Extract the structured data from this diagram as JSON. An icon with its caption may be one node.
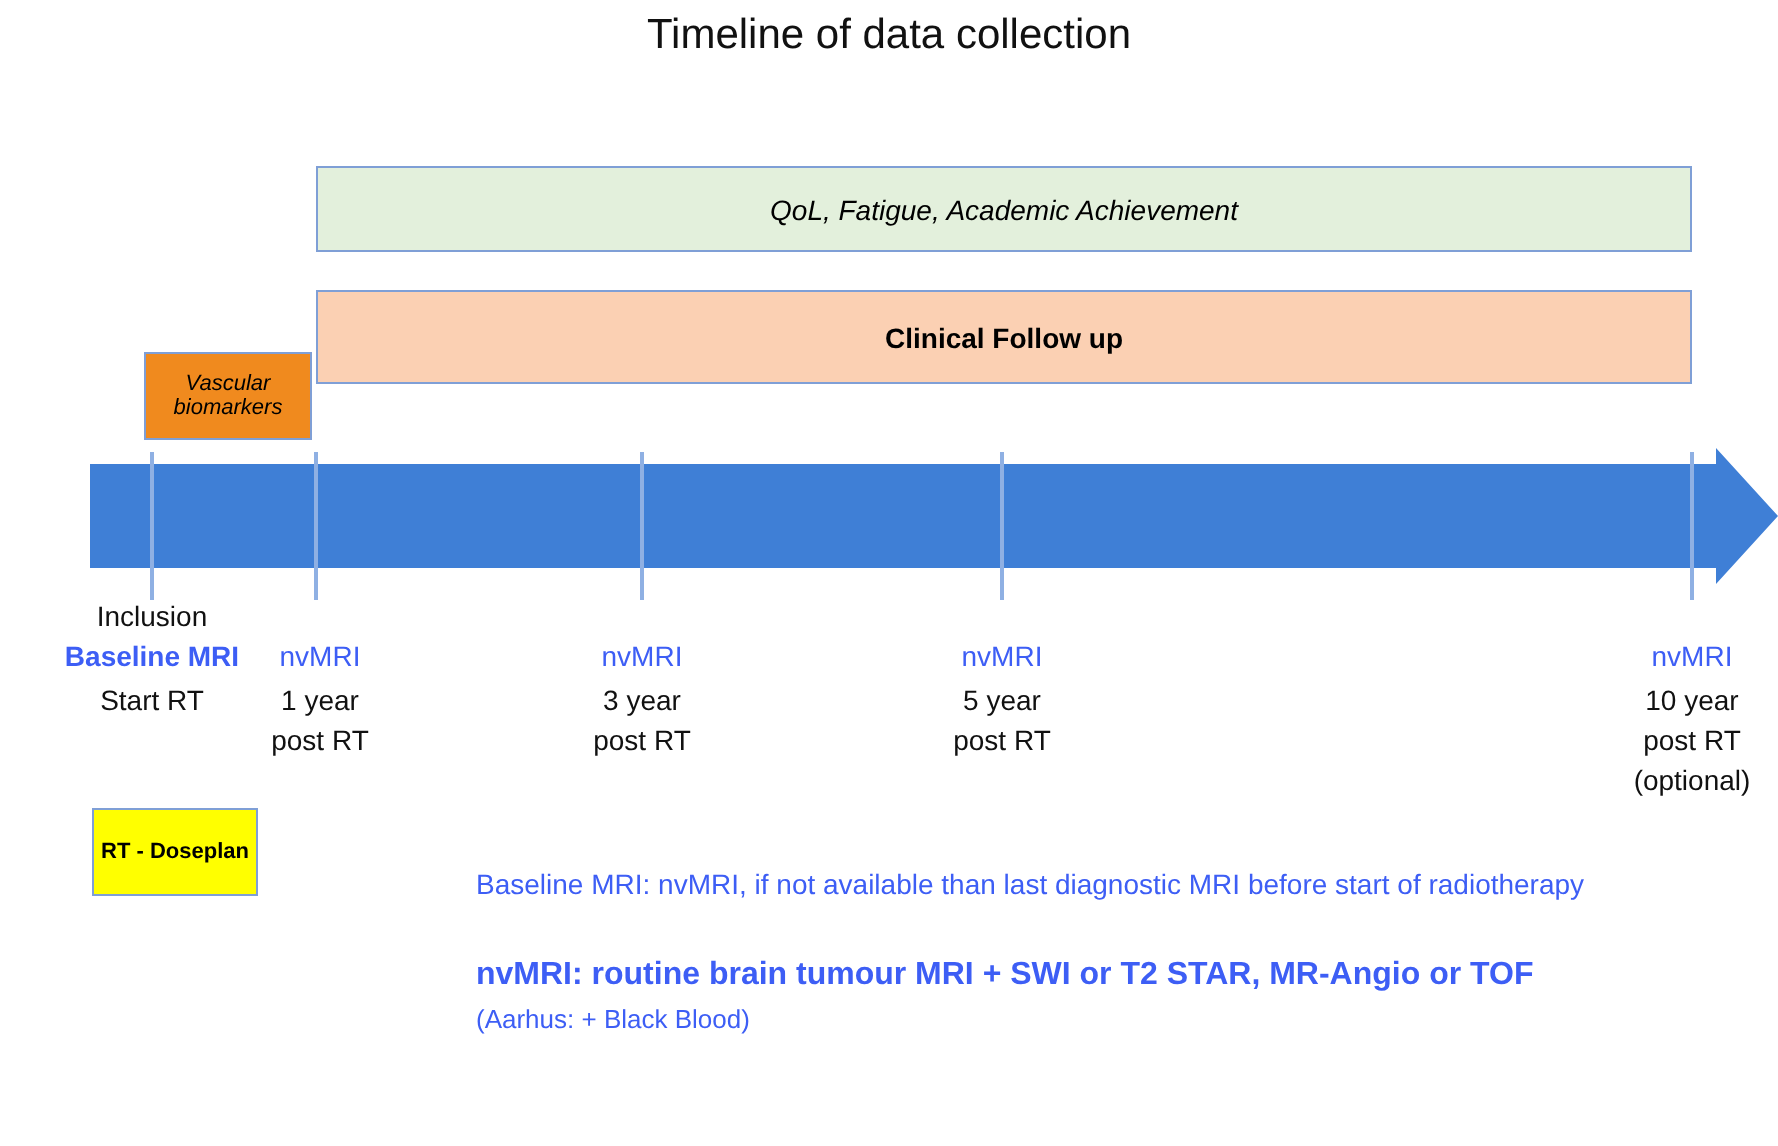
{
  "diagram": {
    "title": "Timeline of data collection",
    "nodes": [
      {
        "text": [
          "QoL, Fatigue, Academic Achievement"
        ]
      },
      {
        "text": [
          "Clinical Follow up"
        ]
      },
      {
        "text": [
          "Vascular biomarkers"
        ]
      },
      {
        "text": [
          "RT - Doseplan"
        ]
      }
    ],
    "labels": [
      "Inclusion",
      "Baseline MRI",
      "Start RT",
      "nvMRI",
      "1 year post RT",
      "nvMRI",
      "3 year post RT",
      "nvMRI",
      "5 year post RT",
      "nvMRI",
      "10 year post RT (optional)",
      "Baseline MRI: nvMRI, if not available than last diagnostic MRI before start of radiotherapy",
      "nvMRI: routine brain tumour MRI + SWI or T2 STAR, MR-Angio or TOF",
      "(Aarhus: + Black Blood)"
    ]
  }
}
